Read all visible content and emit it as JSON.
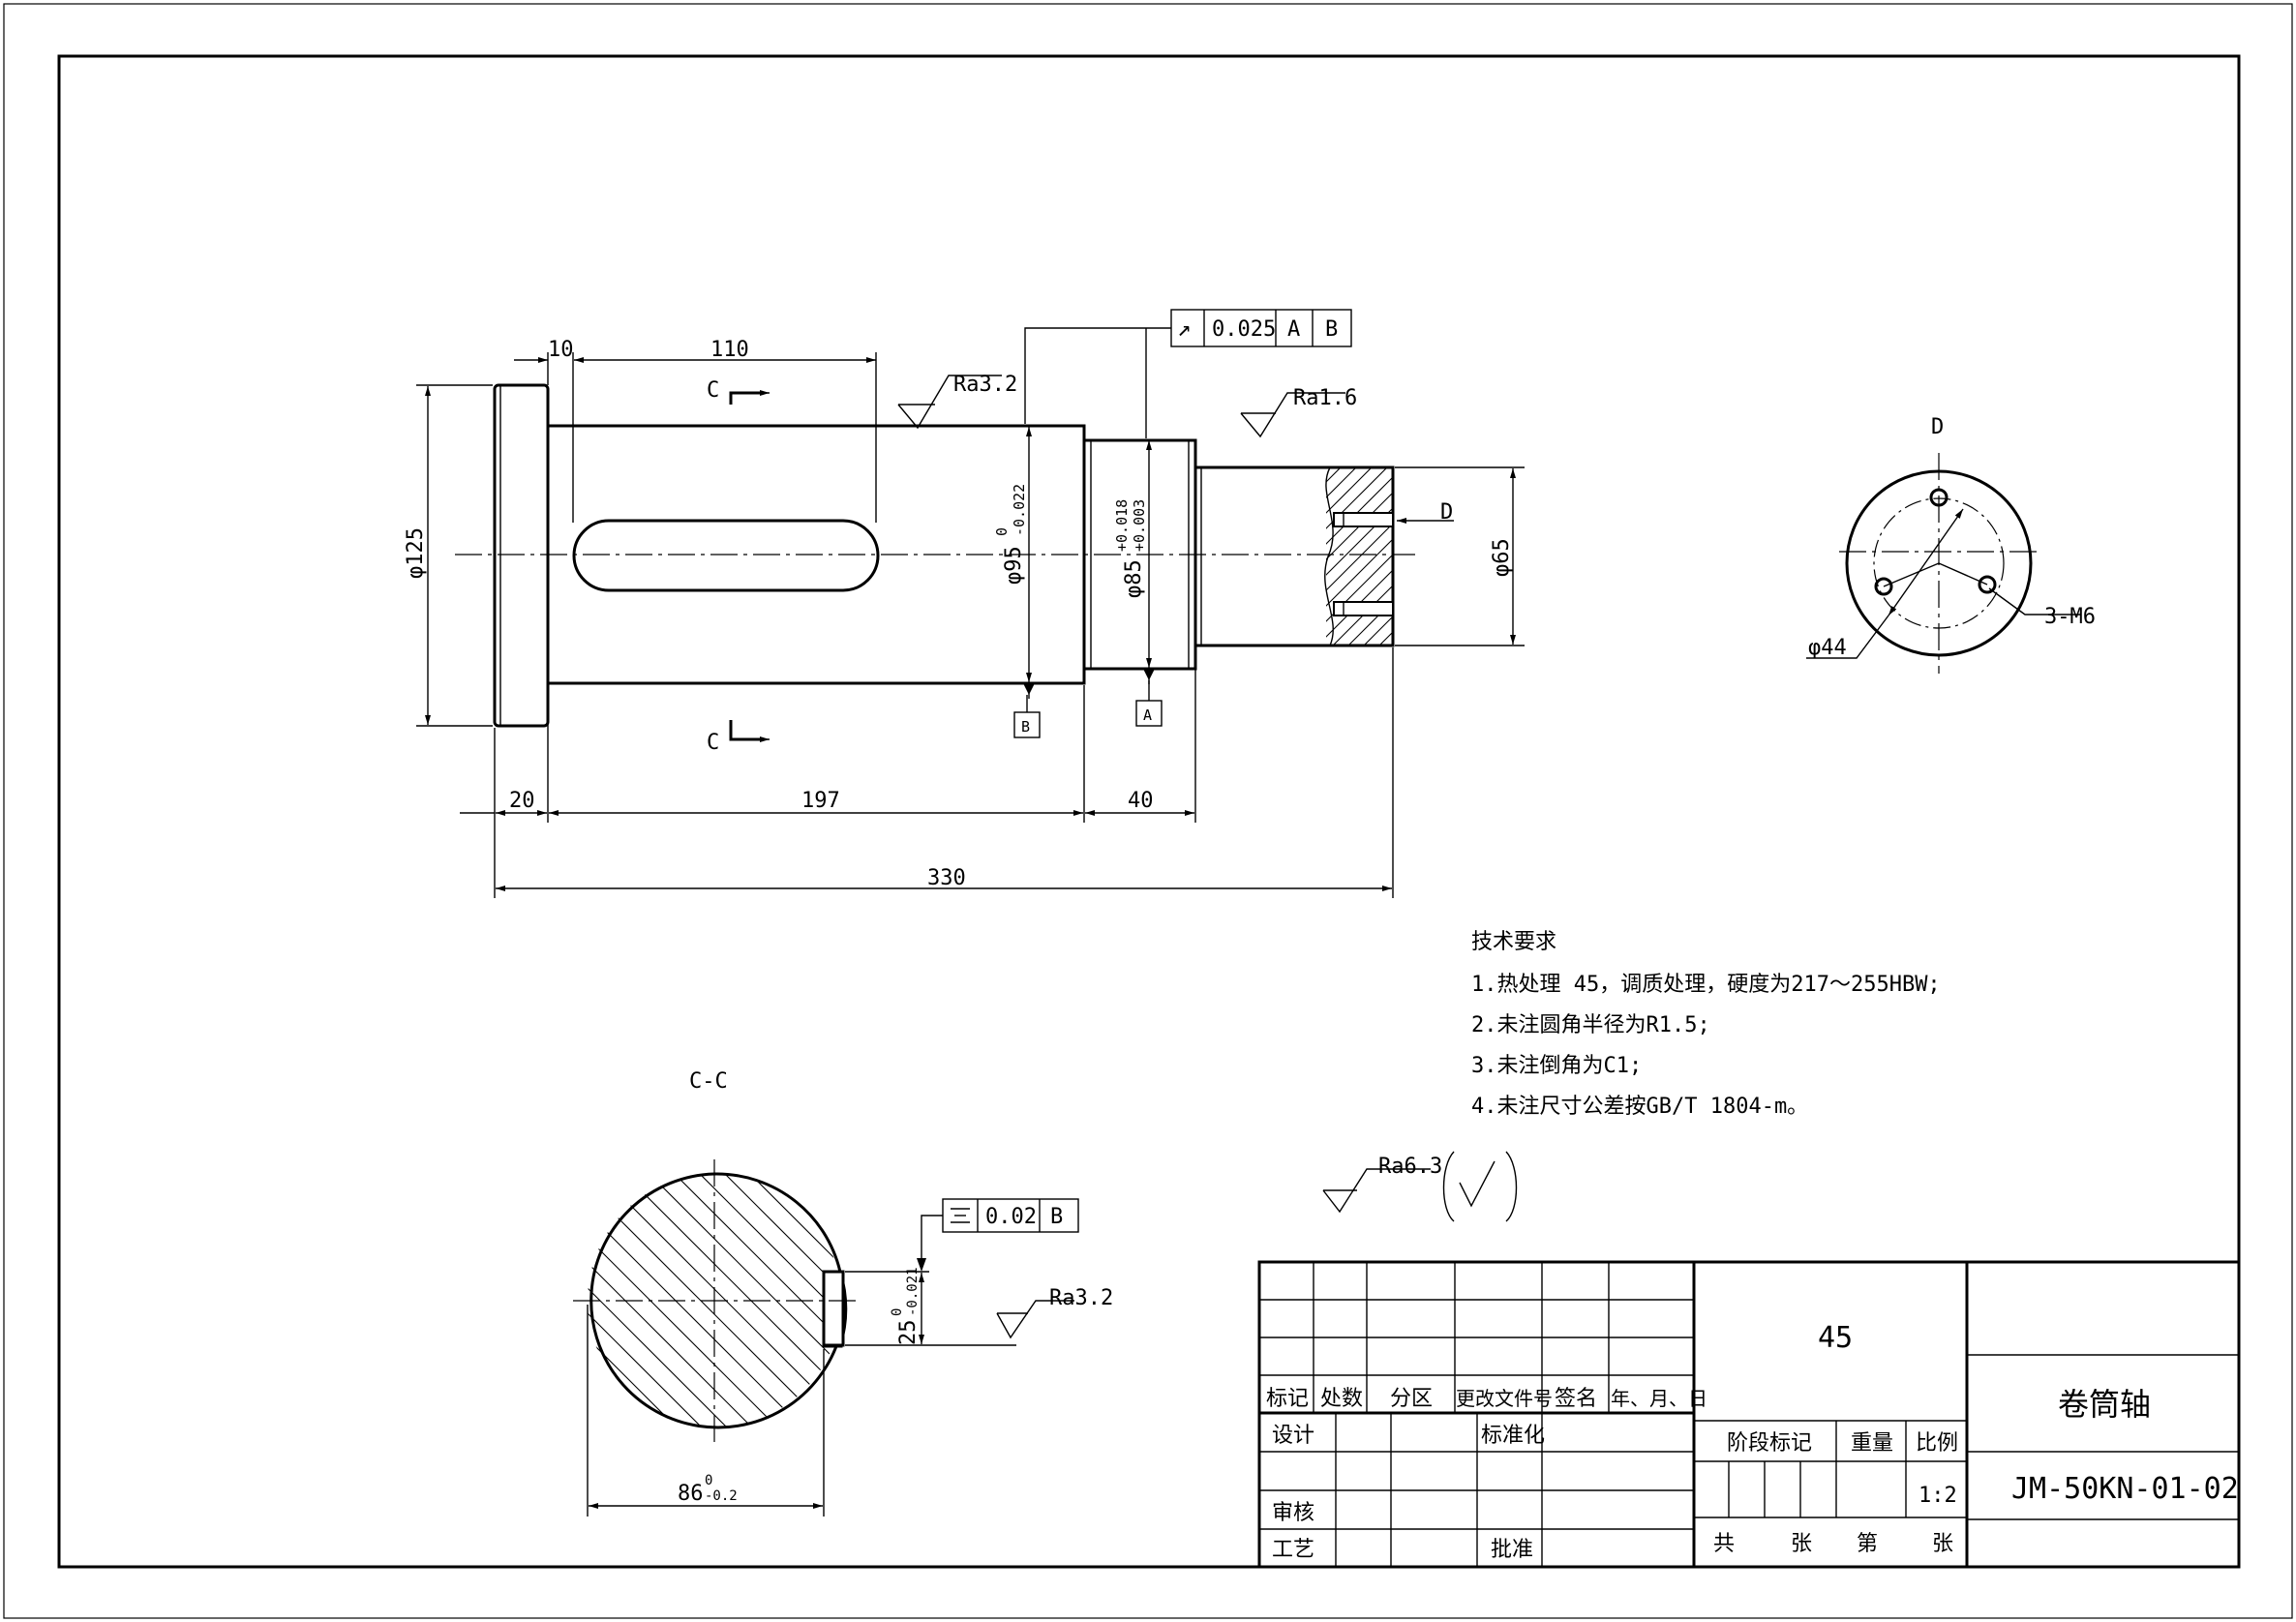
{
  "drawing": {
    "dimensions": {
      "flange_width": "10",
      "keyway_length": "110",
      "flange_dia": "φ125",
      "body_dia_base": "φ95",
      "body_dia_tol_upper": "0",
      "body_dia_tol_lower": "-0.022",
      "journal_dia_base": "φ85",
      "journal_dia_tol_upper": "+0.018",
      "journal_dia_tol_lower": "+0.003",
      "end_dia": "φ65",
      "len_flange": "20",
      "len_body": "197",
      "len_journal": "40",
      "len_total": "330",
      "pcd": "φ44",
      "holes": "3-M6",
      "section_width_base": "86",
      "section_width_tol_upper": "0",
      "section_width_tol_lower": "-0.2",
      "key_depth_base": "25",
      "key_depth_tol_upper": "0",
      "key_depth_tol_lower": "-0.021"
    },
    "roughness": {
      "body": "Ra3.2",
      "journal": "Ra1.6",
      "keyway": "Ra3.2",
      "general": "Ra6.3"
    },
    "section_labels": {
      "c_top": "C",
      "c_bottom": "C",
      "d_arrow": "D",
      "d_view_title": "D",
      "cc_title": "C-C"
    },
    "datums": {
      "a": "A",
      "b": "B"
    },
    "fcf_runout": {
      "symbol": "↗",
      "tolerance": "0.025",
      "datum1": "A",
      "datum2": "B"
    },
    "fcf_symmetry": {
      "symbol": "⌯",
      "tolerance": "0.02",
      "datum": "B"
    }
  },
  "notes": {
    "title": "技术要求",
    "items": [
      "1.热处理 45，调质处理，硬度为217～255HBW;",
      "2.未注圆角半径为R1.5;",
      "3.未注倒角为C1;",
      "4.未注尺寸公差按GB/T 1804-m。"
    ]
  },
  "title_block": {
    "headers": [
      "标记",
      "处数",
      "分区",
      "更改文件号",
      "签名",
      "年、月、日"
    ],
    "design": "设计",
    "standardize": "标准化",
    "review": "审核",
    "process": "工艺",
    "approve": "批准",
    "stage_mark": "阶段标记",
    "weight": "重量",
    "scale_label": "比例",
    "scale_value": "1:2",
    "sheets_total": "共",
    "sheets_unit1": "张",
    "sheet_no": "第",
    "sheets_unit2": "张",
    "material": "45",
    "part_name": "卷筒轴",
    "drawing_number": "JM-50KN-01-02"
  }
}
